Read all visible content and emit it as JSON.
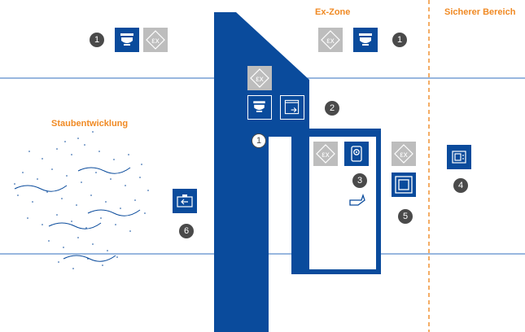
{
  "labels": {
    "ex_zone": "Ex-Zone",
    "safe_area": "Sicherer Bereich",
    "dust": "Staubentwicklung"
  },
  "badges": {
    "b1_left": "1",
    "b1_right": "1",
    "b1_door": "1",
    "b2": "2",
    "b3": "3",
    "b4": "4",
    "b5": "5",
    "b6": "6"
  },
  "icons": {
    "ex_symbol": "εx",
    "names": [
      "detector-icon",
      "ex-icon",
      "door-contact-icon",
      "keyswitch-icon",
      "reader-icon",
      "panel-icon",
      "exit-button-icon",
      "handle-icon"
    ]
  },
  "colors": {
    "brand_blue": "#0a4b9c",
    "ex_gray": "#bdbdbd",
    "zone_line": "#f08a24",
    "floor_line": "#5b8ccc",
    "badge": "#4a4a4a"
  }
}
